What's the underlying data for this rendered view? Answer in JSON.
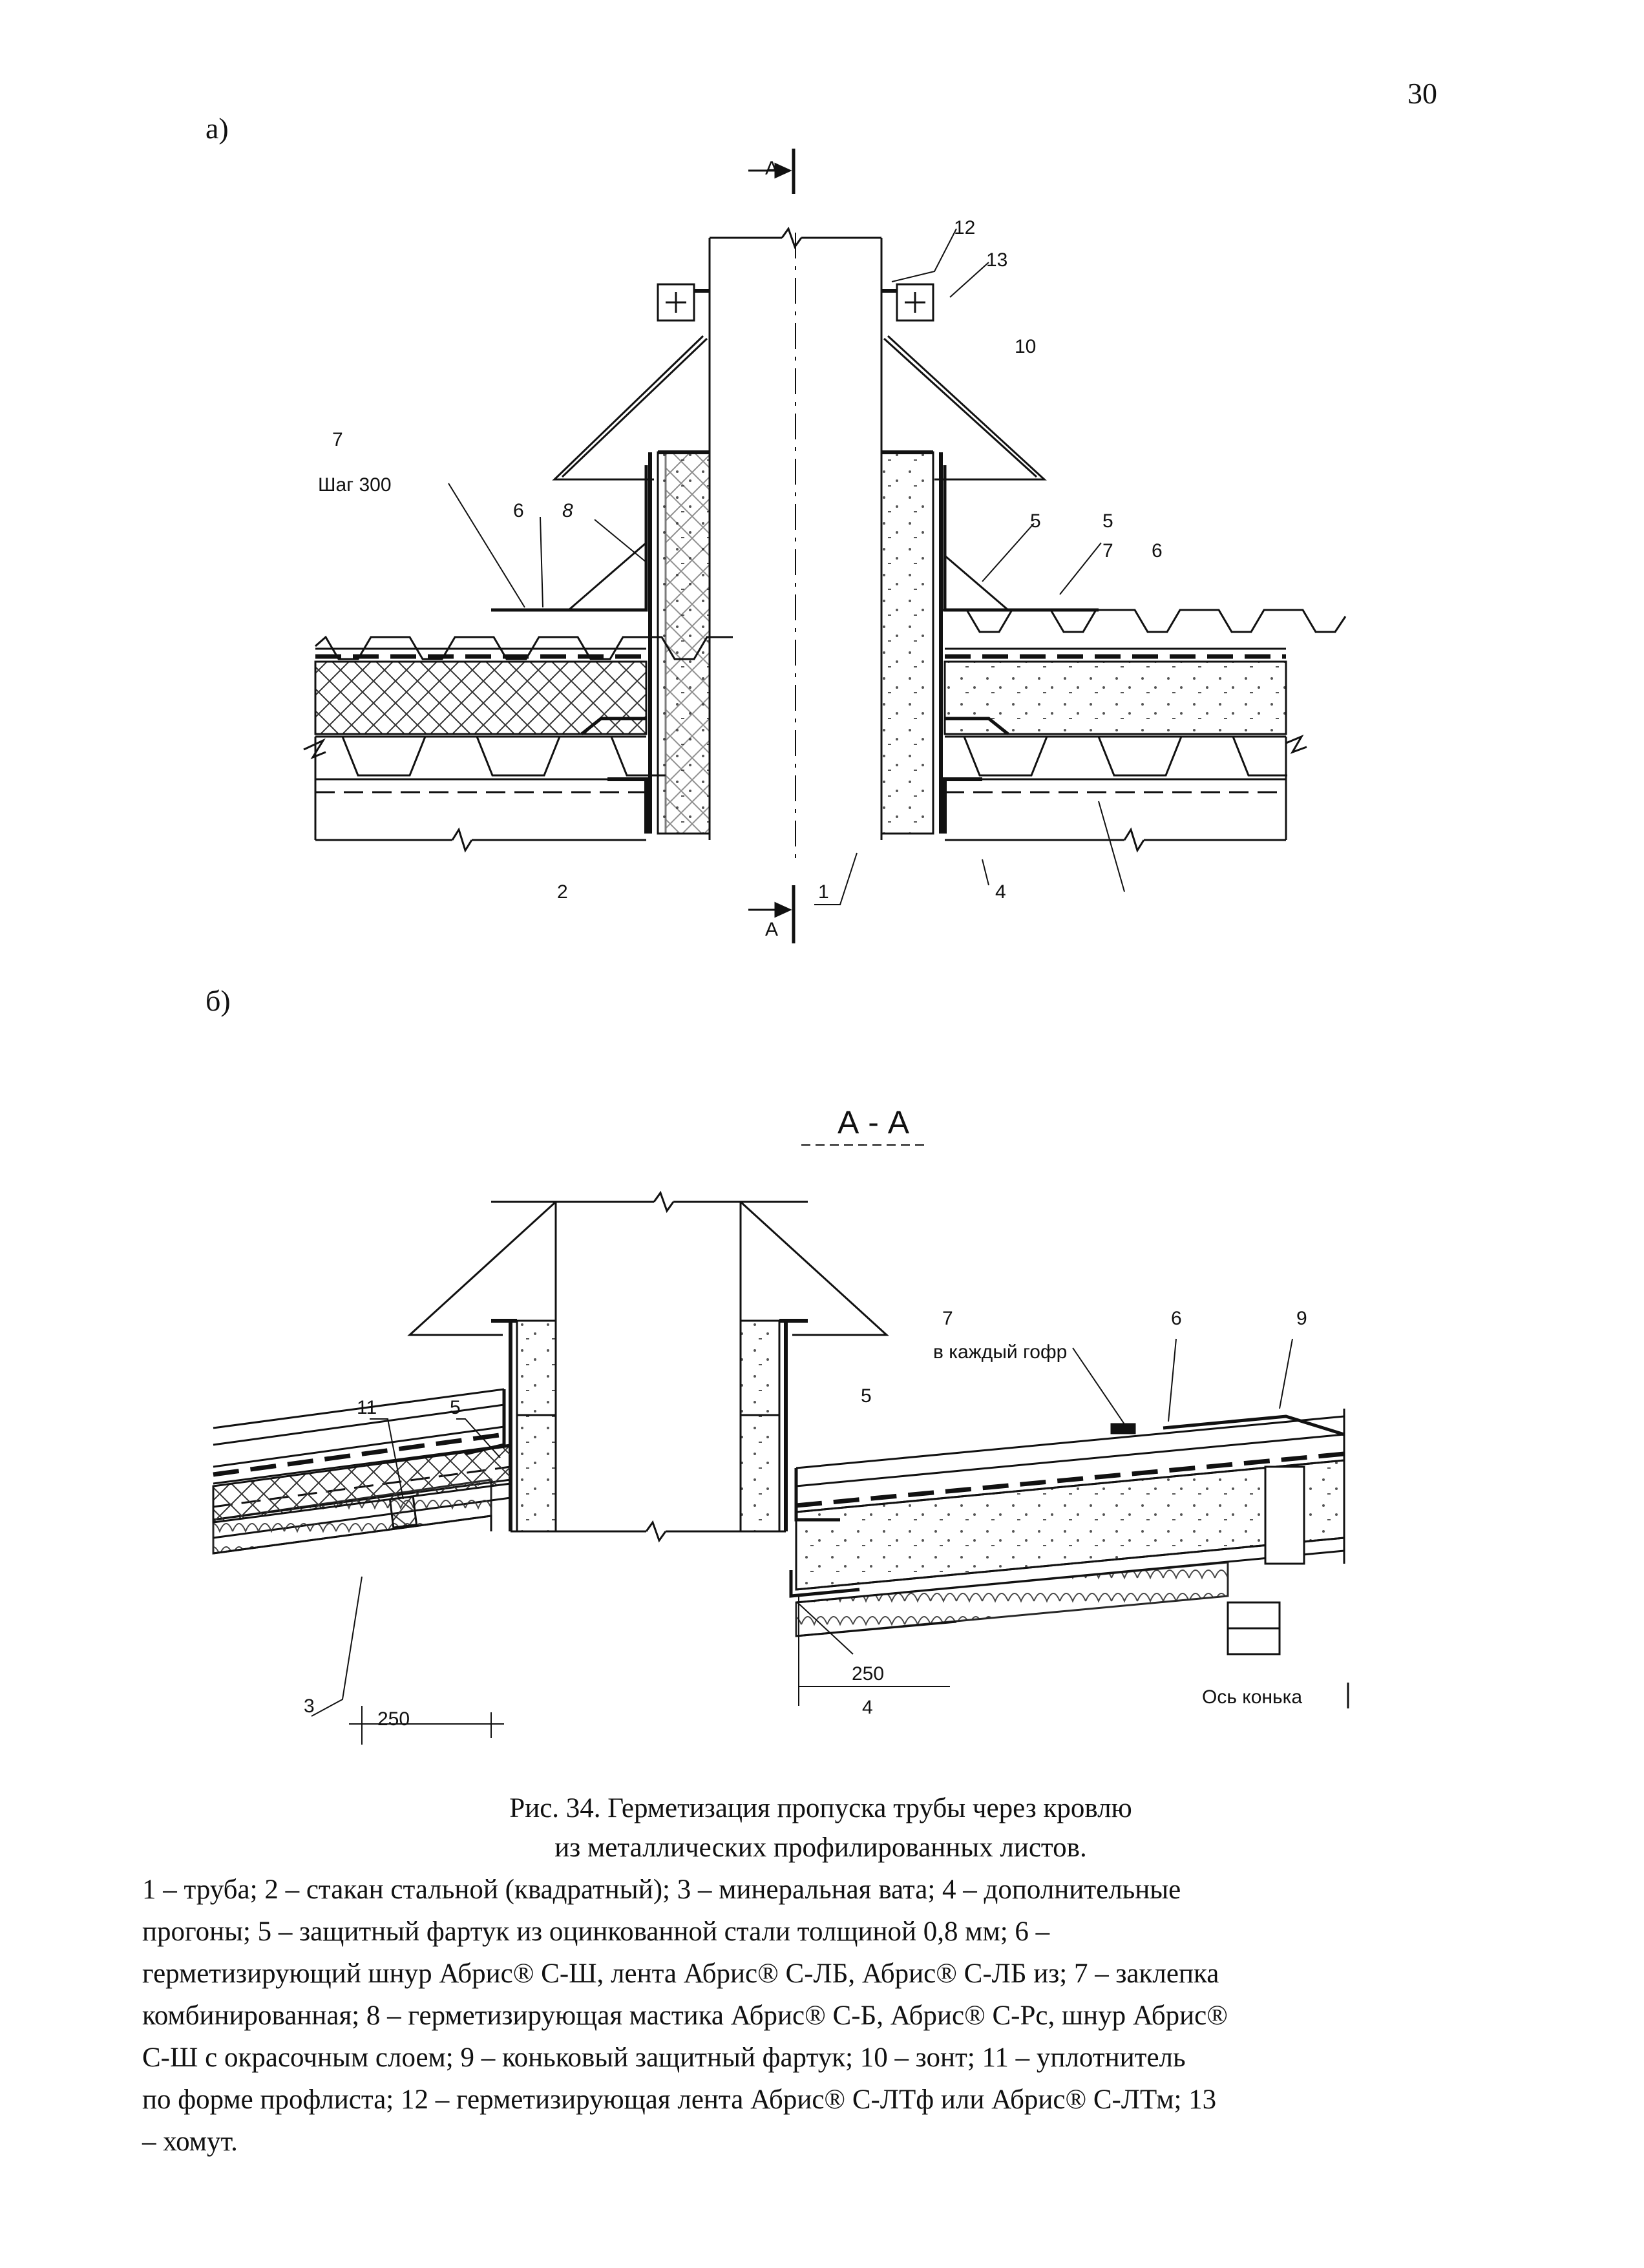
{
  "page": {
    "number": "30"
  },
  "panels": {
    "a": "а)",
    "b": "б)"
  },
  "section": {
    "marker": "А",
    "title": "А - А"
  },
  "diagram_a": {
    "callouts": [
      "12",
      "13",
      "10",
      "7",
      "6",
      "8",
      "5",
      "5",
      "7",
      "6",
      "2",
      "1",
      "4"
    ],
    "note": "Шаг 300"
  },
  "diagram_b": {
    "callouts": [
      "11",
      "5",
      "7",
      "6",
      "9",
      "5",
      "3",
      "4"
    ],
    "note": "в каждый гофр",
    "dim_left": "250",
    "dim_right": "250",
    "ridge_axis": "Ось конька"
  },
  "caption": {
    "title_line1": "Рис. 34. Герметизация пропуска трубы через кровлю",
    "title_line2": "из металлических профилированных листов.",
    "legend_l1": "1 – труба; 2 – стакан стальной (квадратный); 3 – минеральная вата; 4 – дополнительные",
    "legend_l2": "прогоны; 5 – защитный фартук из оцинкованной стали толщиной 0,8 мм; 6 –",
    "legend_l3": "герметизирующий шнур Абрис® С-Ш, лента Абрис® С-ЛБ, Абрис® С-ЛБ из; 7 – заклепка",
    "legend_l4": "комбинированная; 8 – герметизирующая мастика Абрис® С-Б, Абрис® С-Рс, шнур Абрис®",
    "legend_l5": "С-Ш с окрасочным слоем; 9 – коньковый защитный фартук; 10 – зонт; 11 – уплотнитель",
    "legend_l6": "по форме профлиста; 12 – герметизирующая лента Абрис® С-ЛТф или Абрис® С-ЛТм; 13",
    "legend_l7": "– хомут."
  }
}
